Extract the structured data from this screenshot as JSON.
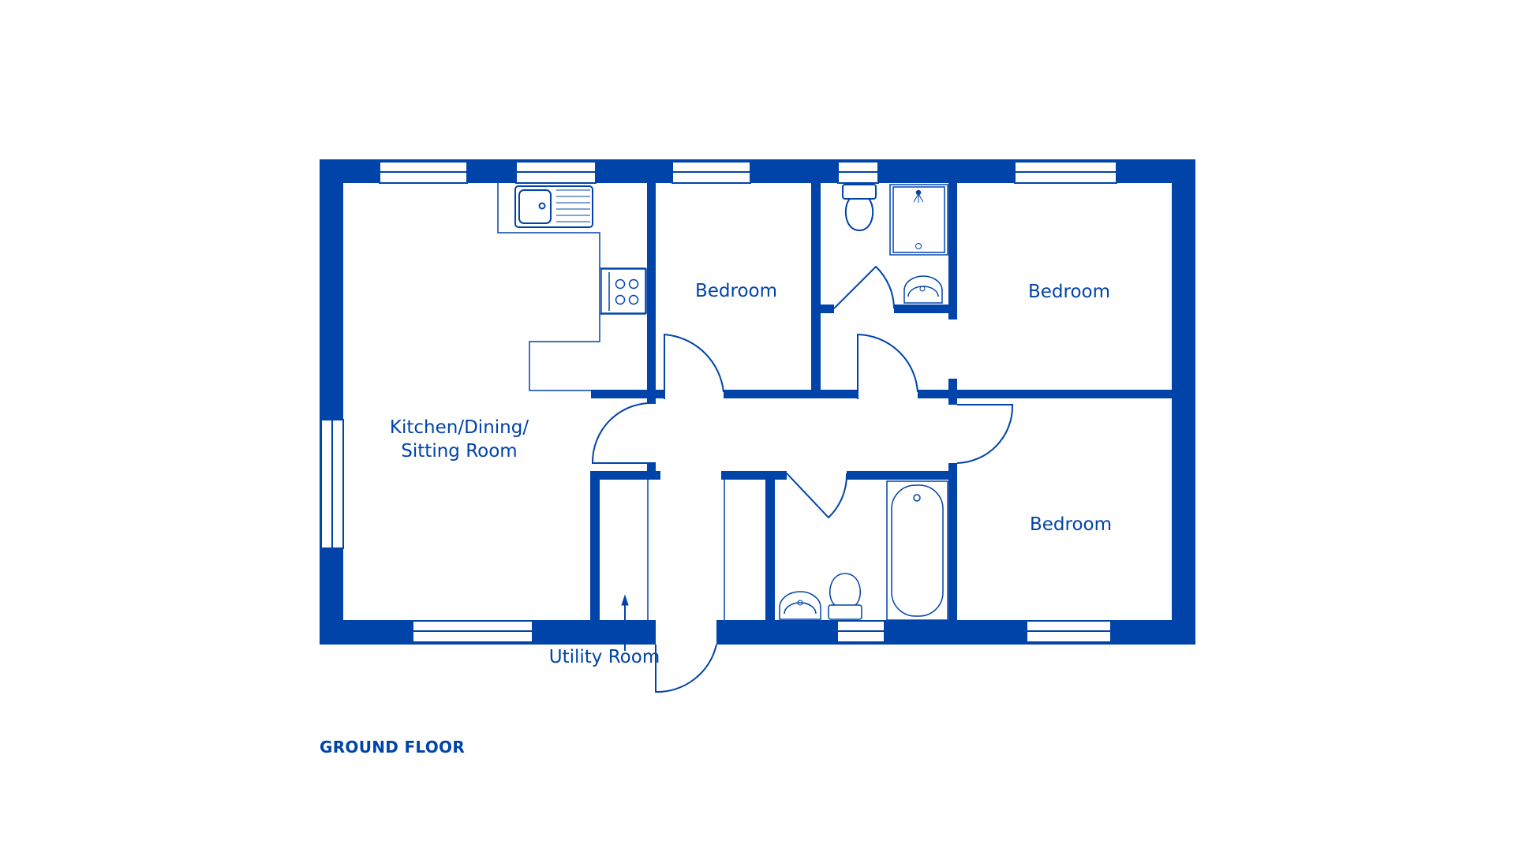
{
  "plan": {
    "floor_label": "GROUND FLOOR",
    "colors": {
      "wall": "#0044aa",
      "background": "#ffffff",
      "text": "#0044aa"
    },
    "rooms": [
      {
        "id": "kitchen",
        "label_line1": "Kitchen/Dining/",
        "label_line2": "Sitting Room"
      },
      {
        "id": "bedroom1",
        "label": "Bedroom"
      },
      {
        "id": "bedroom2",
        "label": "Bedroom"
      },
      {
        "id": "bedroom3",
        "label": "Bedroom"
      },
      {
        "id": "utility",
        "label": "Utility Room"
      }
    ],
    "fixtures": [
      "sink-icon",
      "hob-icon",
      "toilet-icon",
      "shower-icon",
      "basin-icon",
      "bath-icon"
    ]
  }
}
